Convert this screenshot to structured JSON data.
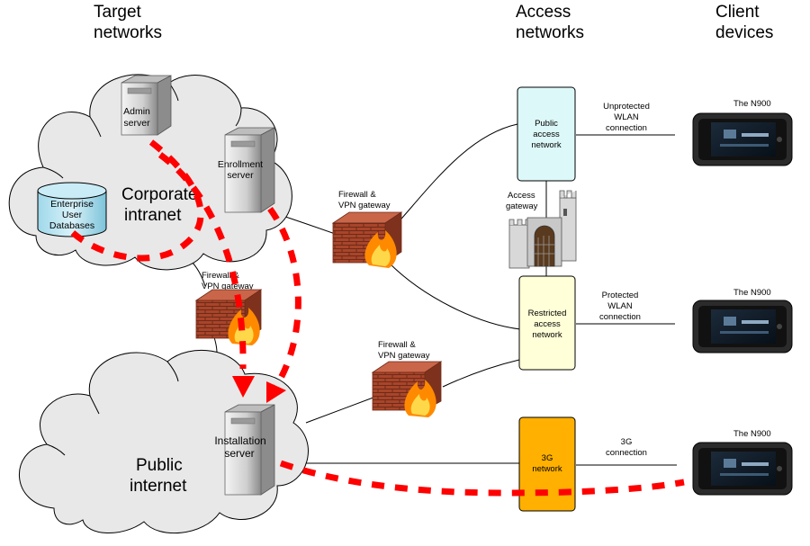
{
  "headers": {
    "target": [
      "Target",
      "networks"
    ],
    "access": [
      "Access",
      "networks"
    ],
    "client": [
      "Client",
      "devices"
    ]
  },
  "clouds": {
    "corporate": [
      "Corporate",
      "intranet"
    ],
    "public": [
      "Public",
      "internet"
    ]
  },
  "servers": {
    "admin": [
      "Admin",
      "server"
    ],
    "enrollment": [
      "Enrollment",
      "server"
    ],
    "installation": [
      "Installation",
      "server"
    ],
    "database": [
      "Enterprise",
      "User",
      "Databases"
    ]
  },
  "firewalls": {
    "top": [
      "Firewall &",
      "VPN gateway"
    ],
    "middle": [
      "Firewall &",
      "VPN gateway"
    ],
    "bottom": [
      "Firewall &",
      "VPN gateway"
    ]
  },
  "access_gateway": [
    "Access",
    "gateway"
  ],
  "access_boxes": {
    "public": [
      "Public",
      "access",
      "network"
    ],
    "restricted": [
      "Restricted",
      "access",
      "network"
    ],
    "threeg": [
      "3G",
      "network"
    ]
  },
  "connections": {
    "unprotected": [
      "Unprotected",
      "WLAN",
      "connection"
    ],
    "protected": [
      "Protected",
      "WLAN",
      "connection"
    ],
    "threeg": [
      "3G",
      "connection"
    ]
  },
  "devices": [
    "The N900",
    "The N900",
    "The N900"
  ],
  "colors": {
    "cloud_fill": "#e8e8e8",
    "cloud_stroke": "#000000",
    "dash_red": "#ff0000",
    "public_box": "#ddf8f8",
    "restricted_box": "#ffffd8",
    "threeg_box": "#ffb000",
    "brick": "#a8452a"
  }
}
